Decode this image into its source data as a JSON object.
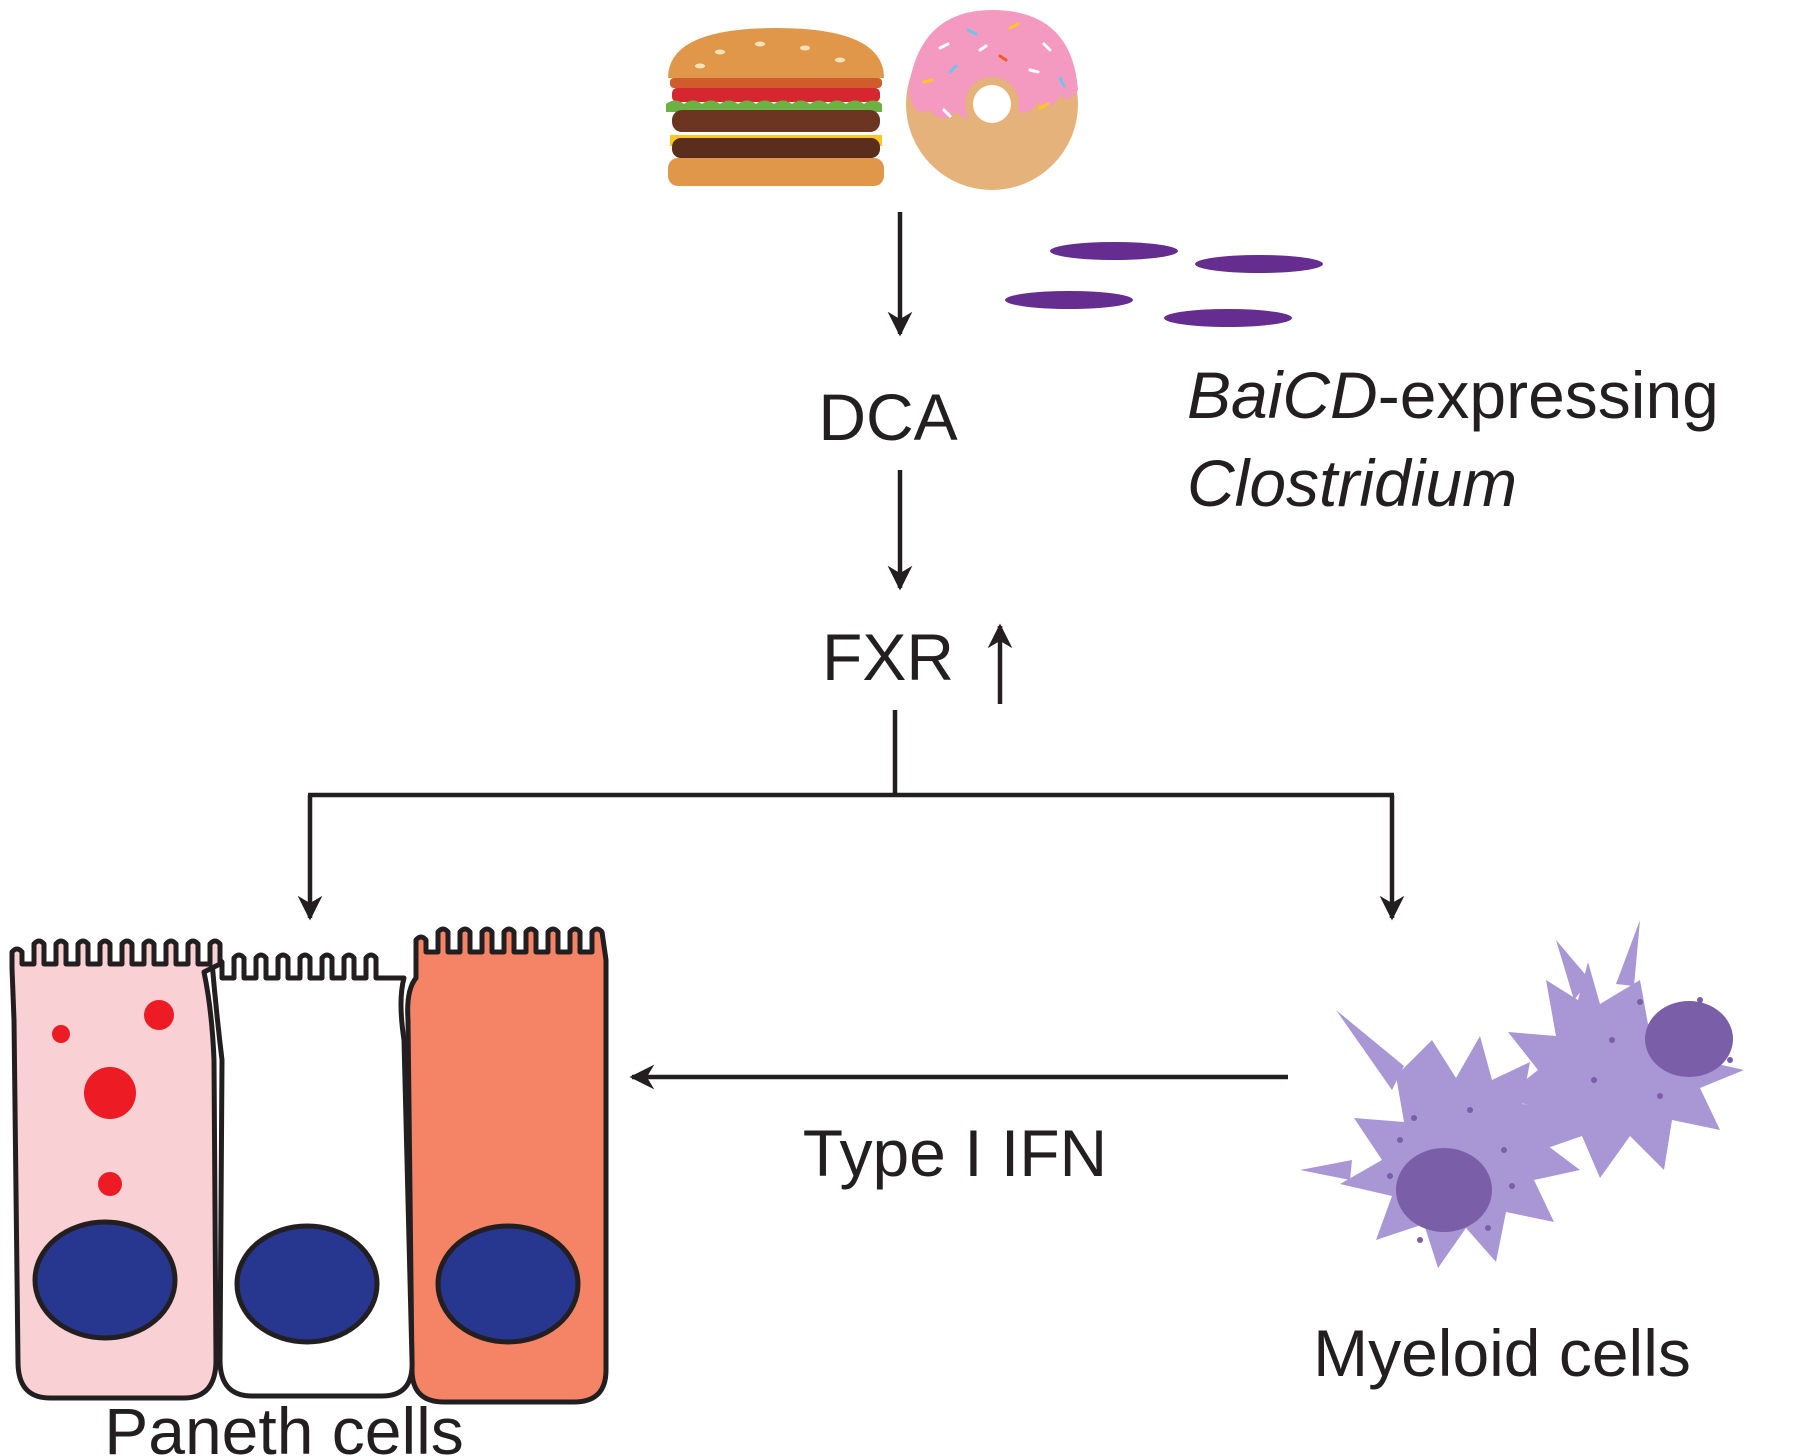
{
  "labels": {
    "dca": "DCA",
    "fxr": "FXR",
    "bacteria_line1_italic": "BaiCD",
    "bacteria_line1_rest": "-expressing",
    "bacteria_line2": "Clostridium",
    "signal": "Type I IFN",
    "myeloid": "Myeloid cells",
    "paneth": "Paneth cells"
  },
  "icons": {
    "food": [
      "burger-icon",
      "donut-icon"
    ],
    "bacteria": "rod-bacteria-icon",
    "up_arrow": "up-arrow-icon"
  },
  "colors": {
    "ink": "#231f20",
    "bacteria": "#662d91",
    "paneth_light": "#f9d0d3",
    "paneth_granule": "#ed1c24",
    "paneth_dark": "#f48465",
    "nucleus": "#27368e",
    "myeloid_cell": "#a997d5",
    "myeloid_nucleus": "#7a5ea8",
    "bun": "#e0974a",
    "donut_icing": "#f49ac1"
  }
}
